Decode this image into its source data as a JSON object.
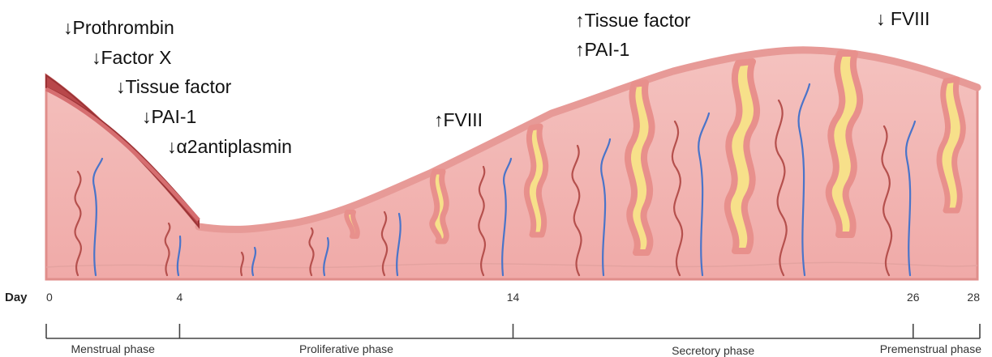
{
  "annotations": {
    "menstrual": [
      "↓Prothrombin",
      "↓Factor X",
      "↓Tissue factor",
      "↓PAI-1",
      "↓α2antiplasmin"
    ],
    "proliferative": [
      "↑FVIII"
    ],
    "secretory": [
      "↑Tissue factor",
      "↑PAI-1"
    ],
    "premenstrual": [
      "↓ FVIII"
    ]
  },
  "timeline": {
    "axis_label": "Day",
    "days": [
      {
        "label": "0",
        "value": 0
      },
      {
        "label": "4",
        "value": 4
      },
      {
        "label": "14",
        "value": 14
      },
      {
        "label": "26",
        "value": 26
      },
      {
        "label": "28",
        "value": 28
      }
    ],
    "phases": [
      "Menstrual phase",
      "Proliferative phase",
      "Secretory phase",
      "Premenstrual phase"
    ]
  },
  "colors": {
    "tissue": "#f2b8b5",
    "tissue_dark": "#e48f8c",
    "shed_layer": "#b8474a",
    "gland": "#f7e08a",
    "artery": "#b5504d",
    "vein": "#4a74c9",
    "axis": "#444444"
  }
}
